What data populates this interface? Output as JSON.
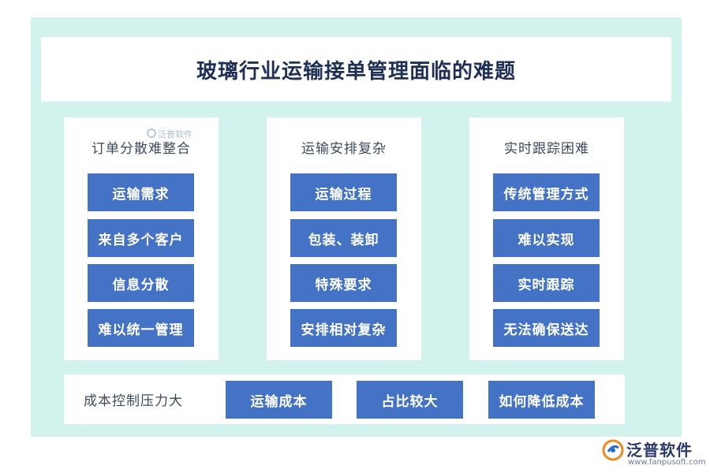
{
  "title": "玻璃行业运输接单管理面临的难题",
  "columns": [
    {
      "heading": "订单分散难整合",
      "items": [
        "运输需求",
        "来自多个客户",
        "信息分散",
        "难以统一管理"
      ]
    },
    {
      "heading": "运输安排复杂",
      "items": [
        "运输过程",
        "包装、装卸",
        "特殊要求",
        "安排相对复杂"
      ]
    },
    {
      "heading": "实时跟踪困难",
      "items": [
        "传统管理方式",
        "难以实现",
        "实时跟踪",
        "无法确保送达"
      ]
    }
  ],
  "bottom": {
    "label": "成本控制压力大",
    "items": [
      "运输成本",
      "占比较大",
      "如何降低成本"
    ]
  },
  "watermark": {
    "small_text": "泛普软件",
    "logo_text": "泛普软件",
    "logo_url": "www.fanpusoft.com"
  },
  "colors": {
    "panel_bg": "#d2f2ee",
    "box_bg": "#4472c4",
    "title_text": "#1f2f55"
  }
}
